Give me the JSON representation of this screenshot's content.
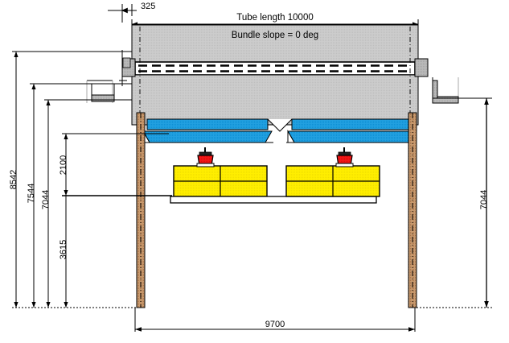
{
  "drawing": {
    "title_labels": {
      "tube_length": "Tube length 10000",
      "bundle_slope": "Bundle slope = 0 deg"
    },
    "dimensions": {
      "top_offset": "325",
      "overall_height": "8542",
      "height_2": "7544",
      "height_3": "7044",
      "upper_segment": "2100",
      "lower_segment": "3615",
      "right_height": "7044",
      "bottom_width": "9700"
    },
    "colors": {
      "tube_fill": "#c8c8c8",
      "hopper_blue": "#1e9bdd",
      "platform_yellow": "#ffee00",
      "column_brown": "#c08050",
      "vessel_red": "#ee1111",
      "line_black": "#000000",
      "bracket_grey": "#b0b0b0"
    },
    "components": {
      "tube_bundle": "tube-bundle",
      "left_column": "left-column",
      "right_column": "right-column",
      "left_hopper": "left-hopper",
      "right_hopper": "right-hopper",
      "left_platform": "left-platform",
      "right_platform": "right-platform",
      "left_vessel": "left-vessel",
      "right_vessel": "right-vessel",
      "left_bracket": "left-bracket",
      "right_bracket": "right-bracket",
      "left_support_shoe": "left-support-shoe",
      "right_support_shoe": "right-support-shoe"
    }
  }
}
